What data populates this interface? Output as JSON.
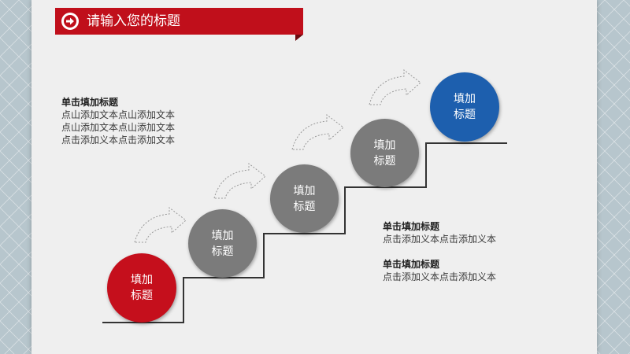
{
  "title": "请输入您的标题",
  "colors": {
    "accent_red": "#c50f1c",
    "accent_blue": "#1d5fae",
    "gray": "#7b7b7b"
  },
  "steps": [
    {
      "label": "填加\n标题",
      "color": "red"
    },
    {
      "label": "填加\n标题",
      "color": "gray"
    },
    {
      "label": "填加\n标题",
      "color": "gray"
    },
    {
      "label": "填加\n标题",
      "color": "gray"
    },
    {
      "label": "填加\n标题",
      "color": "blue"
    }
  ],
  "text_left": {
    "heading": "单击填加标题",
    "lines": [
      "点山添加文本点山添加文本",
      "点山添加文本点山添加文本",
      "点击添加义本点击添加文本"
    ]
  },
  "text_right": [
    {
      "heading": "单击填加标题",
      "line": "点击添加义本点击添加义本"
    },
    {
      "heading": "单击填加标题",
      "line": "点击添加义本点击添加义本"
    }
  ]
}
